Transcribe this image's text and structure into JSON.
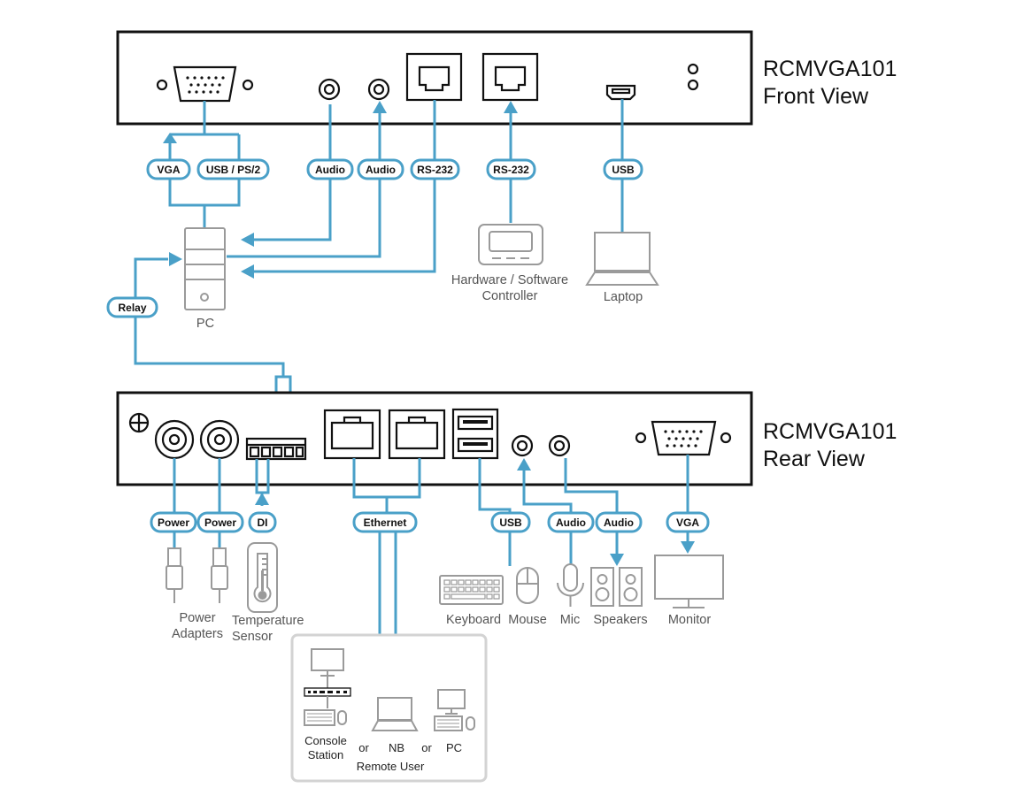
{
  "front": {
    "title_line1": "RCMVGA101",
    "title_line2": "Front View"
  },
  "rear": {
    "title_line1": "RCMVGA101",
    "title_line2": "Rear View"
  },
  "tags": {
    "vga_front": "VGA",
    "usb_ps2": "USB / PS/2",
    "audio_front_1": "Audio",
    "audio_front_2": "Audio",
    "rs232_1": "RS-232",
    "rs232_2": "RS-232",
    "usb_front": "USB",
    "relay": "Relay",
    "power_1": "Power",
    "power_2": "Power",
    "di": "DI",
    "ethernet": "Ethernet",
    "usb_rear": "USB",
    "audio_rear_1": "Audio",
    "audio_rear_2": "Audio",
    "vga_rear": "VGA"
  },
  "devices": {
    "pc": "PC",
    "controller_line1": "Hardware / Software",
    "controller_line2": "Controller",
    "laptop": "Laptop",
    "power_line1": "Power",
    "power_line2": "Adapters",
    "temp_line1": "Temperature",
    "temp_line2": "Sensor",
    "keyboard": "Keyboard",
    "mouse": "Mouse",
    "mic": "Mic",
    "speakers": "Speakers",
    "monitor": "Monitor"
  },
  "remote": {
    "console_line1": "Console",
    "console_line2": "Station",
    "or_1": "or",
    "nb": "NB",
    "or_2": "or",
    "pc": "PC",
    "caption": "Remote User"
  },
  "colors": {
    "cable": "#4aa0c8",
    "device_outline": "#9a9a9a",
    "unit_outline": "#111111"
  }
}
